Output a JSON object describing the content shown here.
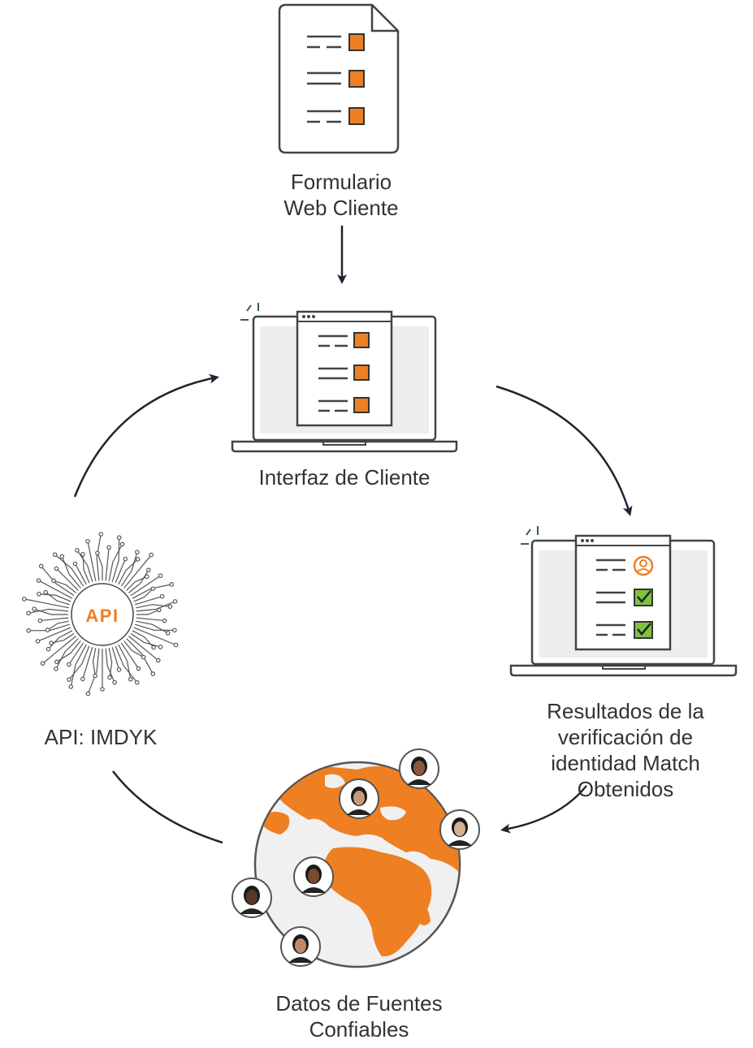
{
  "nodes": {
    "form": {
      "line1": "Formulario",
      "line2": "Web Cliente"
    },
    "client": {
      "label": "Interfaz de Cliente"
    },
    "results": {
      "line1": "Resultados de la",
      "line2": "verificación de",
      "line3": "identidad Match",
      "line4": "Obtenidos"
    },
    "sources": {
      "line1": "Datos de Fuentes",
      "line2": "Confiables"
    },
    "api": {
      "label": "API: IMDYK",
      "chip_text": "API"
    }
  },
  "colors": {
    "accent": "#EE7F23",
    "check": "#7DC242",
    "line": "#444444",
    "arrow": "#1E2430",
    "screen": "#EEEEEE",
    "globe": "#F0F0F0"
  }
}
